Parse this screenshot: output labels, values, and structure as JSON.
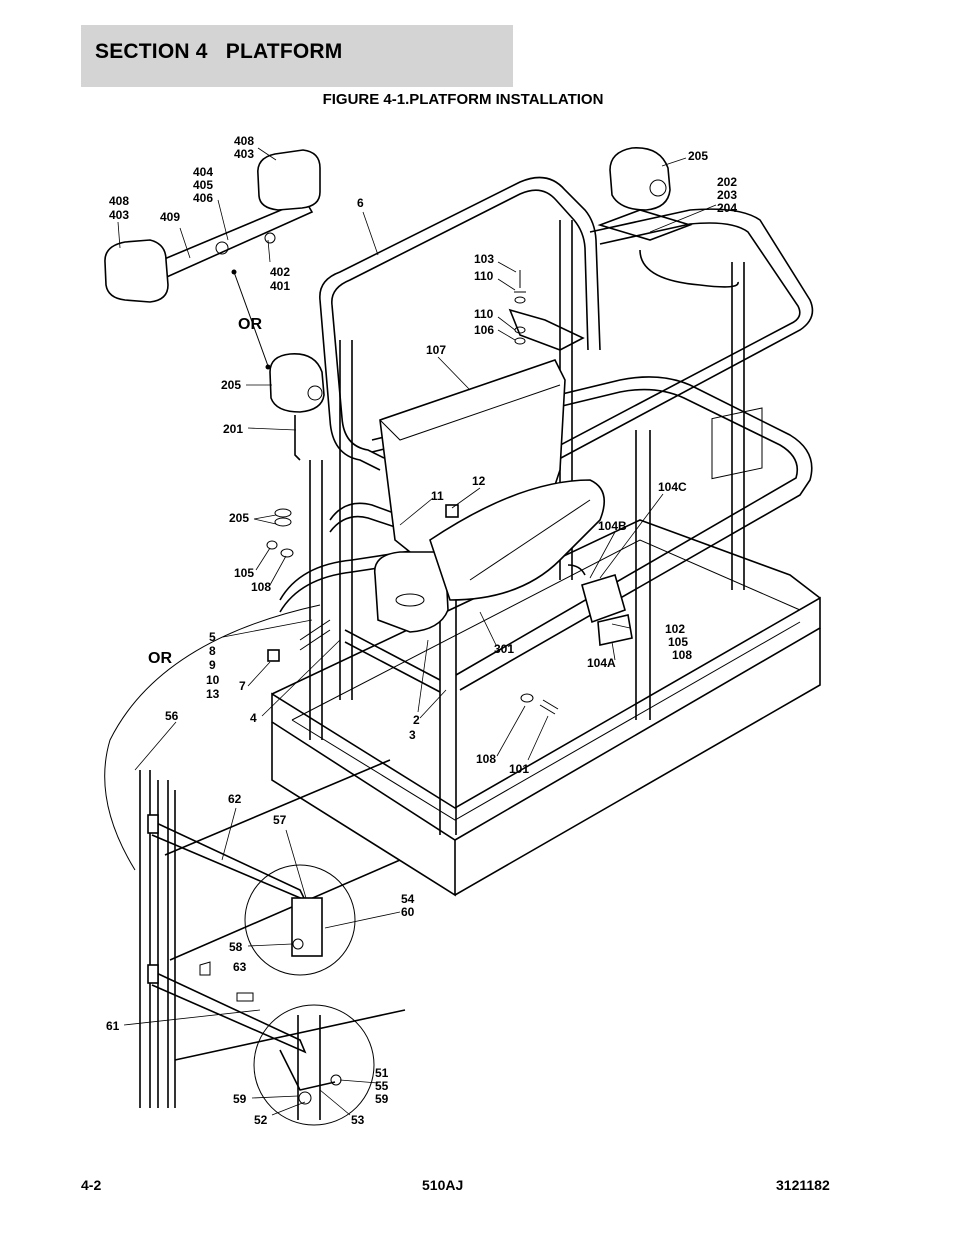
{
  "header": {
    "section_title": "SECTION 4   PLATFORM",
    "figure_title": "FIGURE 4-1.PLATFORM INSTALLATION"
  },
  "callouts": {
    "c408a": "408",
    "c403a": "403",
    "c404": "404",
    "c405": "405",
    "c406": "406",
    "c408b": "408",
    "c403b": "403",
    "c409": "409",
    "c402": "402",
    "c401": "401",
    "c6": "6",
    "c205a": "205",
    "c202": "202",
    "c203": "203",
    "c204": "204",
    "c103": "103",
    "c110a": "110",
    "c110b": "110",
    "c106": "106",
    "c107": "107",
    "or1": "OR",
    "c205b": "205",
    "c201": "201",
    "c12": "12",
    "c11": "11",
    "c104c": "104C",
    "c104b": "104B",
    "c205c": "205",
    "c105a": "105",
    "c108a": "108",
    "c5": "5",
    "c8": "8",
    "c9": "9",
    "c10": "10",
    "c13": "13",
    "or2": "OR",
    "c7": "7",
    "c4": "4",
    "c301": "301",
    "c102": "102",
    "c105b": "105",
    "c108b": "108",
    "c104a": "104A",
    "c2": "2",
    "c3": "3",
    "c108c": "108",
    "c101": "101",
    "c56": "56",
    "c62": "62",
    "c57": "57",
    "c54": "54",
    "c60": "60",
    "c58": "58",
    "c63": "63",
    "c61": "61",
    "c51": "51",
    "c55": "55",
    "c59a": "59",
    "c59b": "59",
    "c52": "52",
    "c53": "53"
  },
  "footer": {
    "page": "4-2",
    "model": "510AJ",
    "doc_number": "3121182"
  }
}
